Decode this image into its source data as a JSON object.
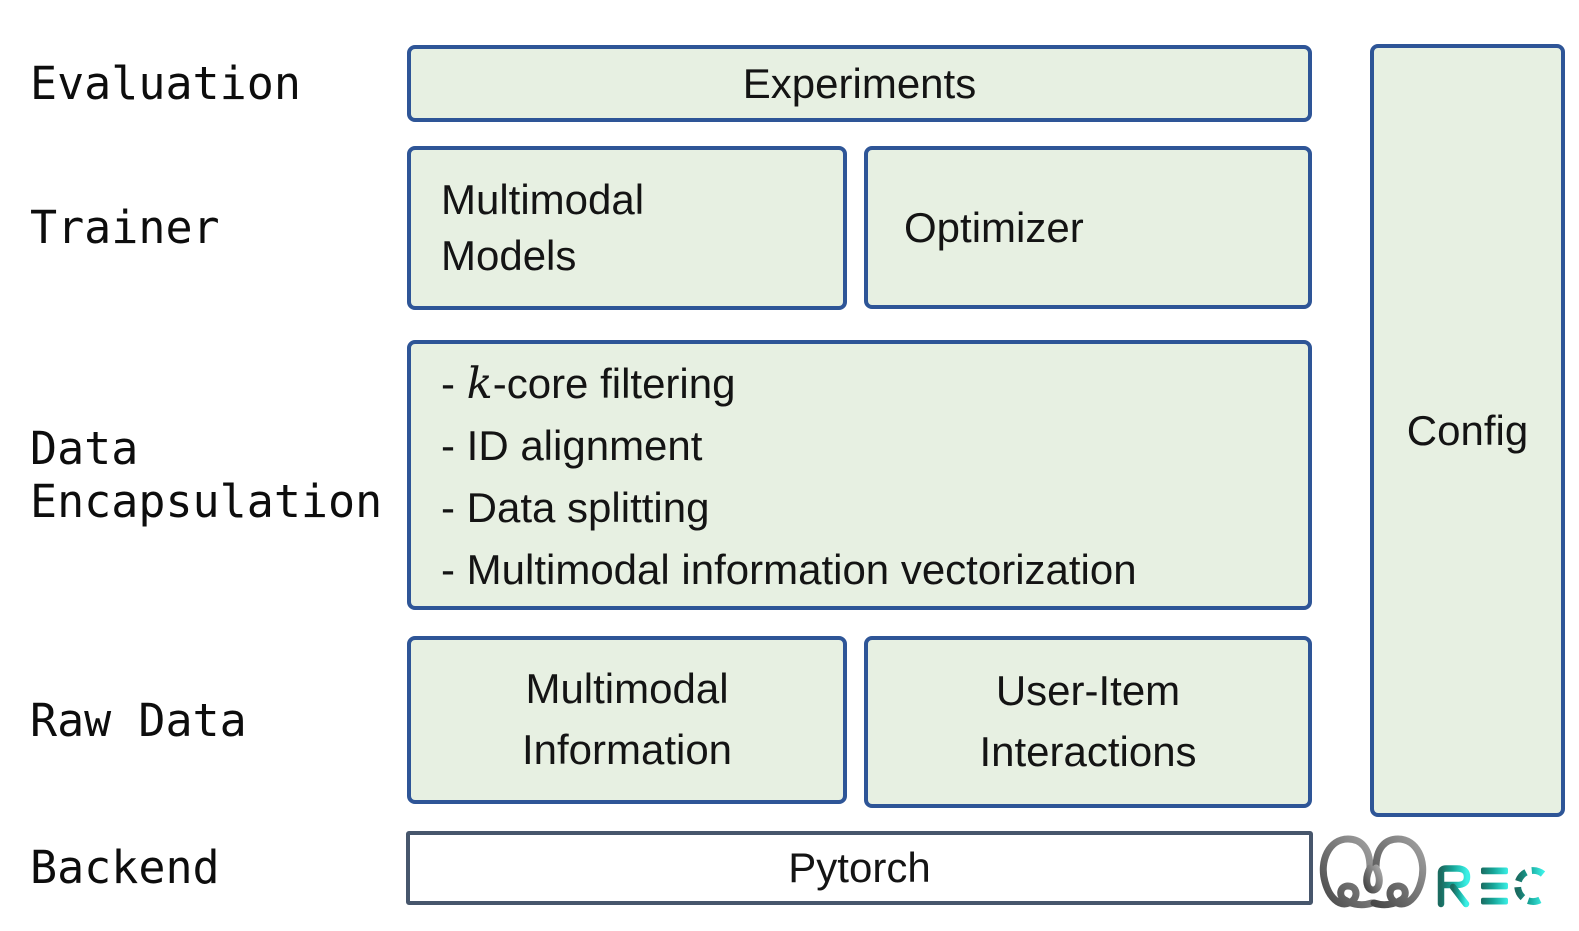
{
  "colors": {
    "box_fill": "#e7f0e2",
    "box_border": "#2e5597",
    "backend_box_border": "#47566c",
    "text": "#141414",
    "logo_gray_dark": "#474747",
    "logo_gray_light": "#a3a3a3",
    "logo_teal_dark": "#1b6b60",
    "logo_teal_mid": "#17a497",
    "logo_teal_bright": "#3af0e6"
  },
  "layers": {
    "evaluation": {
      "label": "Evaluation"
    },
    "trainer": {
      "label": "Trainer"
    },
    "data_encapsulation": {
      "label": "Data Encapsulation"
    },
    "raw_data": {
      "label": "Raw Data"
    },
    "backend": {
      "label": "Backend"
    }
  },
  "boxes": {
    "experiments": "Experiments",
    "multimodal_models": "Multimodal Models",
    "optimizer": "Optimizer",
    "encapsulation_items": [
      {
        "pre": "- ",
        "math": "k",
        "text": "-core filtering"
      },
      {
        "pre": "- ",
        "math": "",
        "text": "ID alignment"
      },
      {
        "pre": "- ",
        "math": "",
        "text": "Data splitting"
      },
      {
        "pre": "- ",
        "math": "",
        "text": "Multimodal information vectorization"
      }
    ],
    "multimodal_information": "Multimodal Information",
    "user_item_interactions": "User-Item Interactions",
    "pytorch": "Pytorch",
    "config": "Config"
  },
  "logo": {
    "mark": "mmrec-monogram",
    "text": "REC"
  }
}
